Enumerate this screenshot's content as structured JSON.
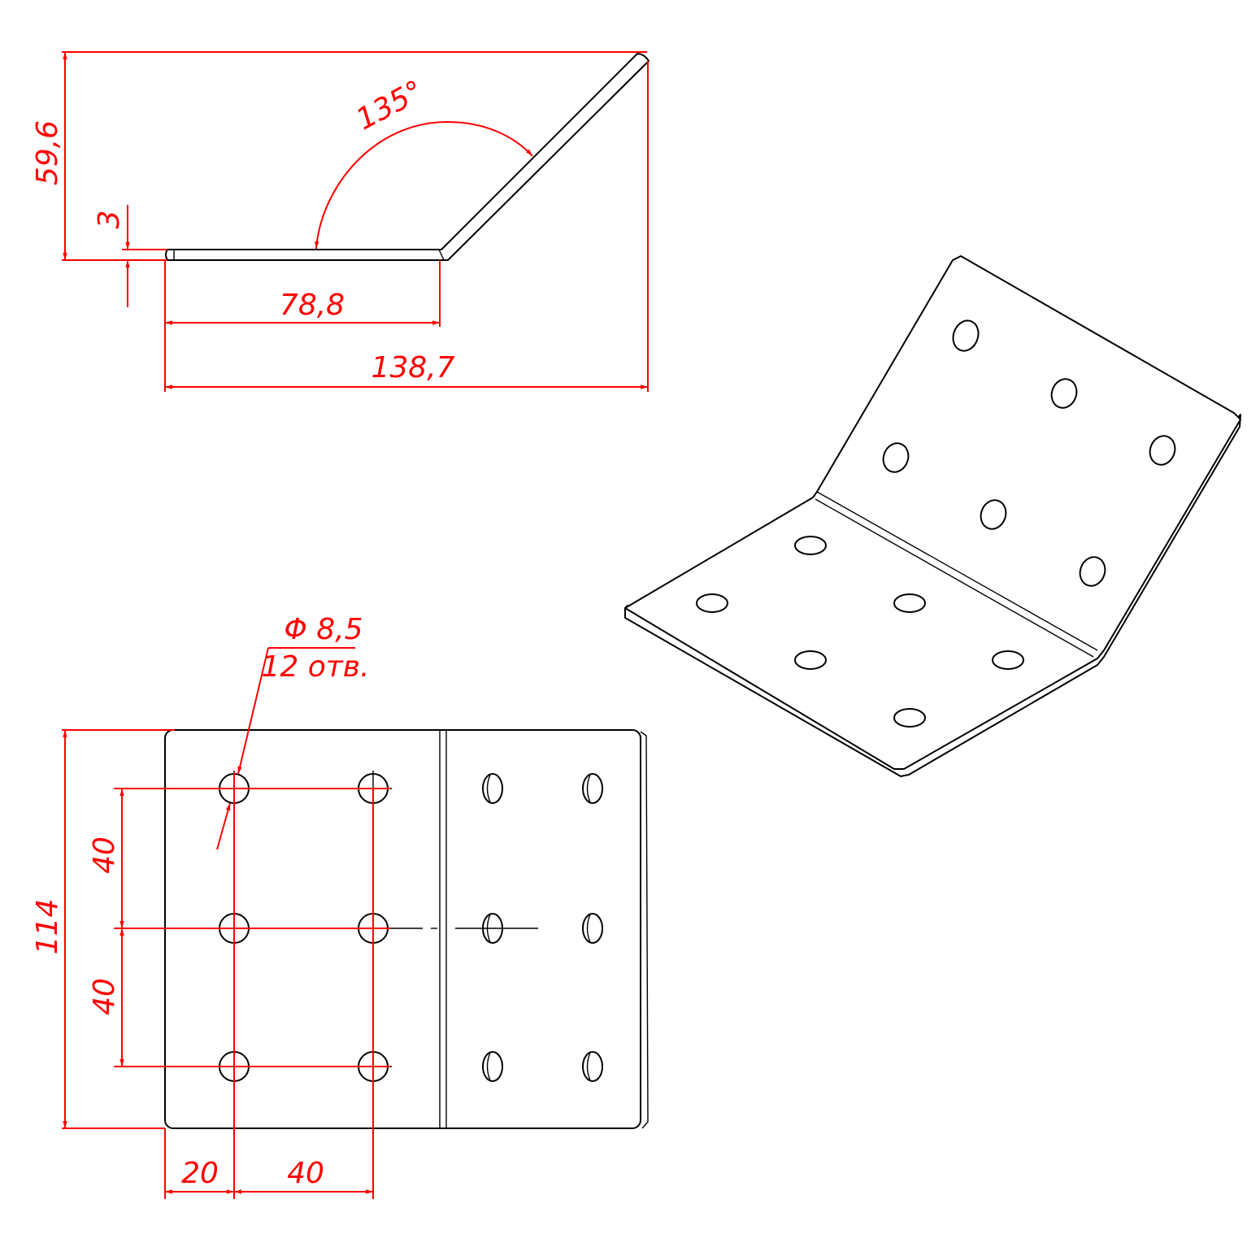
{
  "colors": {
    "part": "#000000",
    "dimension": "#ff0000",
    "background": "#ffffff"
  },
  "dimensions": {
    "height_side": "59,6",
    "thickness": "3",
    "angle": "135°",
    "flat_length": "78,8",
    "total_length": "138,7",
    "hole_diameter": "Φ 8,5",
    "hole_count": "12 отв.",
    "spacing_v1": "40",
    "spacing_v2": "40",
    "width": "114",
    "edge_offset": "20",
    "spacing_h": "40"
  }
}
